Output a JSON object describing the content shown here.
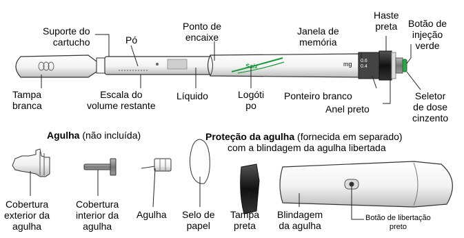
{
  "labels": {
    "tampa_branca": "Tampa\nbranca",
    "suporte_cartucho": "Suporte do\ncartucho",
    "po": "Pó",
    "escala": "Escala do\nvolume restante",
    "liquido": "Líquido",
    "ponto_encaixe": "Ponto de\nencaixe",
    "logotipo": "Logóti\npo",
    "janela_memoria": "Janela de\nmemória",
    "haste_preta": "Haste\npreta",
    "botao_injecao": "Botão de\ninjeção\nverde",
    "ponteiro_branco": "Ponteiro branco",
    "anel_preto": "Anel preto",
    "seletor_dose": "Seletor\nde dose\ncinzento",
    "agulha_title_bold": "Agulha",
    "agulha_title_rest": " (não incluída)",
    "protecao_title_bold": "Proteção da agulha",
    "protecao_title_rest": " (fornecida em separado)",
    "protecao_title_line2": "com a blindagem da agulha libertada",
    "cobertura_exterior": "Cobertura\nexterior da\nagulha",
    "cobertura_interior": "Cobertura\ninterior da\nagulha",
    "agulha": "Agulha",
    "selo_papel": "Selo de\npapel",
    "tampa_preta": "Tampa\npreta",
    "blindagem": "Blindagem\nda agulha",
    "botao_libertacao": "Botão de libertação\npreto"
  },
  "pen": {
    "mg_text": "mg",
    "dial_text": "0.6\n0.4",
    "logo_text": "Saiz"
  },
  "colors": {
    "logo_green": "#1a9a3c",
    "button_green": "#2fa24a",
    "outline": "#333333"
  }
}
